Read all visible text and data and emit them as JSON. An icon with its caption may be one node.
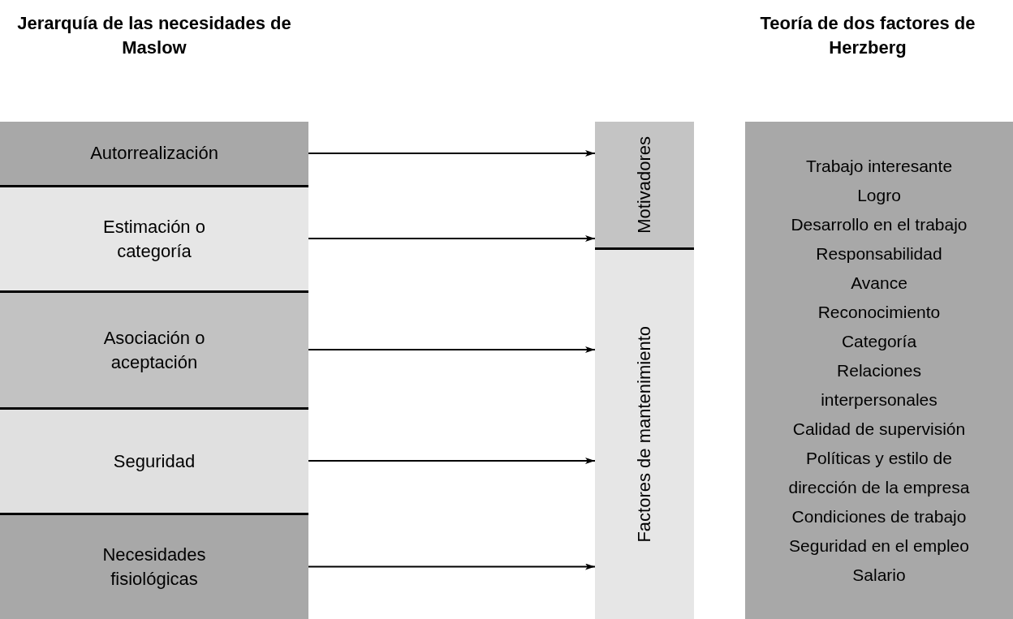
{
  "diagram": {
    "nodes": [
      {
        "text": [
          "Autorrealización"
        ]
      },
      {
        "text": [
          "Estimación o categoría"
        ]
      },
      {
        "text": [
          "Asociación o aceptación"
        ]
      },
      {
        "text": [
          "Seguridad"
        ]
      },
      {
        "text": [
          "Necesidades fisiológicas"
        ]
      },
      {
        "text": [
          "Motivadores"
        ]
      },
      {
        "text": [
          "Factores de mantenimiento"
        ]
      },
      {
        "text": [
          "Trabajo interesante",
          "Logro",
          "Desarrollo en el trabajo",
          "Responsabilidad",
          "Avance",
          "Reconocimiento",
          "Categoría",
          "Relaciones interpersonales",
          "Calidad de supervisión",
          "Políticas y estilo de dirección de la empresa",
          "Condiciones de trabajo",
          "Seguridad en el empleo",
          "Salario"
        ]
      }
    ],
    "edges": [
      {
        "from": 0,
        "to": 5,
        "arrow": "to"
      },
      {
        "from": 1,
        "to": 5,
        "arrow": "to"
      },
      {
        "from": 2,
        "to": 6,
        "arrow": "to"
      },
      {
        "from": 3,
        "to": 6,
        "arrow": "to"
      },
      {
        "from": 4,
        "to": 6,
        "arrow": "to"
      }
    ],
    "labels": [
      "Jerarquía de las necesidades de Maslow",
      "Teoría de dos factores de Herzberg"
    ]
  }
}
